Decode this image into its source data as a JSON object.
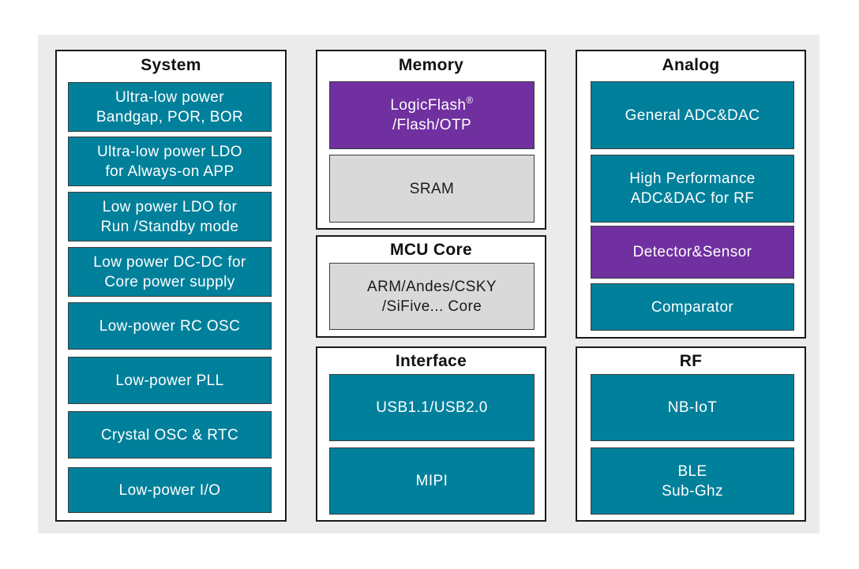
{
  "groups": {
    "system": {
      "title": "System",
      "blocks": [
        {
          "line1": "Ultra-low power",
          "line2": "Bandgap, POR, BOR"
        },
        {
          "line1": "Ultra-low power LDO",
          "line2": "for Always-on APP"
        },
        {
          "line1": "Low power LDO for",
          "line2": "Run /Standby mode"
        },
        {
          "line1": "Low power DC-DC for",
          "line2": "Core power supply"
        },
        {
          "line1": "Low-power RC OSC"
        },
        {
          "line1": "Low-power PLL"
        },
        {
          "line1": "Crystal OSC & RTC"
        },
        {
          "line1": "Low-power I/O"
        }
      ]
    },
    "memory": {
      "title": "Memory",
      "blocks": [
        {
          "line1": "LogicFlash",
          "mark": "®",
          "line2": "/Flash/OTP"
        },
        {
          "line1": "SRAM"
        }
      ]
    },
    "mcu_core": {
      "title": "MCU Core",
      "blocks": [
        {
          "line1": "ARM/Andes/CSKY",
          "line2": "/SiFive... Core"
        }
      ]
    },
    "interface": {
      "title": "Interface",
      "blocks": [
        {
          "line1": "USB1.1/USB2.0"
        },
        {
          "line1": "MIPI"
        }
      ]
    },
    "analog": {
      "title": "Analog",
      "blocks": [
        {
          "line1": "General ADC&DAC"
        },
        {
          "line1": "High Performance",
          "line2": "ADC&DAC for RF"
        },
        {
          "line1": "Detector&Sensor"
        },
        {
          "line1": "Comparator"
        }
      ]
    },
    "rf": {
      "title": "RF",
      "blocks": [
        {
          "line1": "NB-IoT"
        },
        {
          "line1": "BLE",
          "line2": "Sub-Ghz"
        }
      ]
    }
  },
  "colors": {
    "teal": "#00809b",
    "purple": "#7030a0",
    "gray": "#d9d9d9",
    "background": "#ebebeb",
    "border": "#1a1a1a"
  }
}
